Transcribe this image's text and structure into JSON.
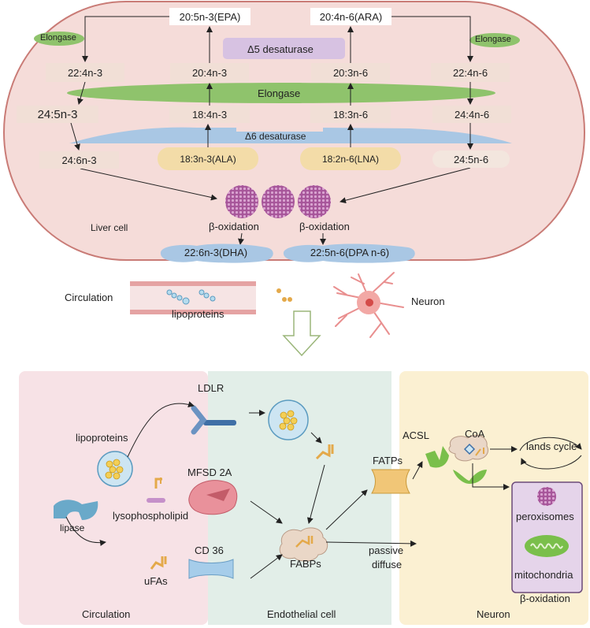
{
  "liver": {
    "epa": "20:5n-3(EPA)",
    "ara": "20:4n-6(ARA)",
    "elongase_left": "Elongase",
    "elongase_right": "Elongase",
    "delta5": "Δ5 desaturase",
    "n3_22_4": "22:4n-3",
    "n3_20_4": "20:4n-3",
    "n6_20_3": "20:3n-6",
    "n6_22_4": "22:4n-6",
    "elongase_center": "Elongase",
    "n3_24_5": "24:5n-3",
    "n3_18_4": "18:4n-3",
    "n6_18_3": "18:3n-6",
    "n6_24_4": "24:4n-6",
    "delta6": "Δ6 desaturase",
    "n3_24_6": "24:6n-3",
    "ala": "18:3n-3(ALA)",
    "lna": "18:2n-6(LNA)",
    "n6_24_5": "24:5n-6",
    "cell_label": "Liver cell",
    "beta_ox_left": "β-oxidation",
    "beta_ox_right": "β-oxidation",
    "dha": "22:6n-3(DHA)",
    "dpa": "22:5n-6(DPA n-6)"
  },
  "middle": {
    "circulation": "Circulation",
    "lipoproteins": "lipoproteins",
    "neuron": "Neuron"
  },
  "panels": {
    "circulation": {
      "title": "Circulation",
      "lipoproteins": "lipoproteins",
      "lipase": "lipase",
      "lysophospholipid": "lysophospholipid",
      "ufas": "uFAs"
    },
    "endothelial": {
      "title": "Endothelial cell",
      "ldlr": "LDLR",
      "mfsd2a": "MFSD 2A",
      "cd36": "CD 36",
      "fabps": "FABPs",
      "passive_line1": "passive",
      "passive_line2": "diffuse"
    },
    "neuron": {
      "title": "Neuron",
      "fatps": "FATPs",
      "acsl": "ACSL",
      "coa": "CoA",
      "lands_cycle": "lands cycle",
      "peroxisomes": "peroxisomes",
      "mitochondria": "mitochondria",
      "beta_oxidation": "β-oxidation"
    }
  },
  "colors": {
    "cell_fill": "#f5dcd9",
    "cell_border": "#c97b76",
    "elongase": "#8fc36c",
    "delta5": "#d7c2e2",
    "delta6": "#a9c7e4",
    "panel_circulation": "#f7e2e6",
    "panel_endothelial": "#e2eee8",
    "panel_neuron": "#fbf0d2",
    "organelle_box": "#e5d4ea"
  }
}
